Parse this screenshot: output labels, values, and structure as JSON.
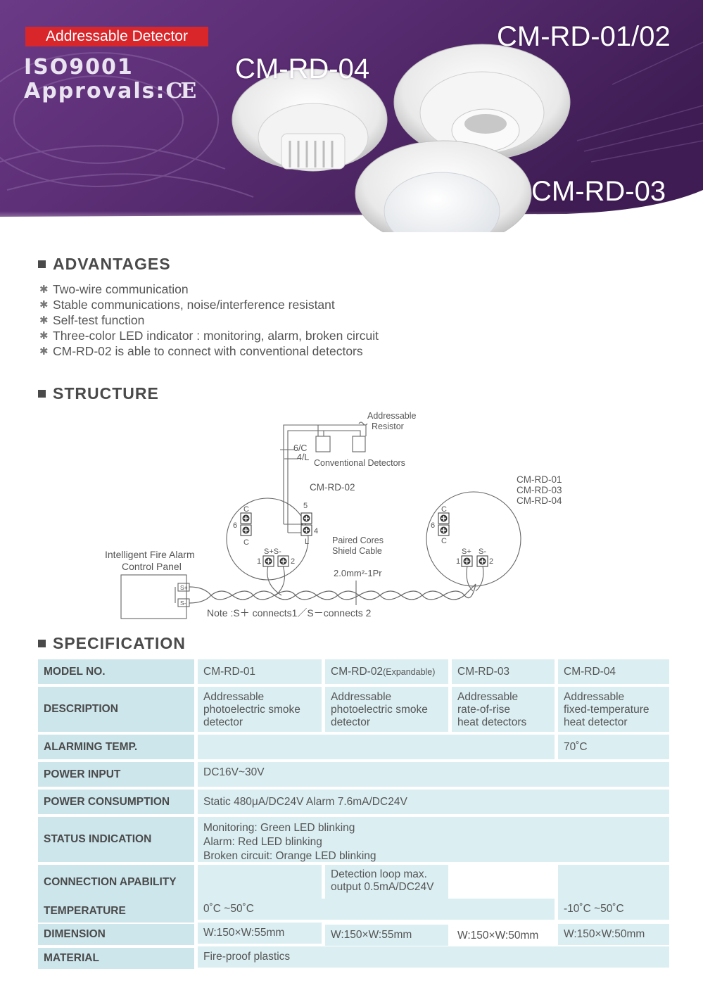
{
  "header": {
    "tag": "Addressable Detector",
    "cert_1": "ISO9001",
    "cert_2": "Approvals:",
    "ce": "CE",
    "models": {
      "top_right": "CM-RD-01/02",
      "left": "CM-RD-04",
      "right": "CM-RD-03"
    }
  },
  "advantages": {
    "title": "ADVANTAGES",
    "bullet": "✱",
    "items": [
      "Two-wire communication",
      "Stable communications, noise/interference resistant",
      "Self-test function",
      "Three-color LED indicator : monitoring, alarm, broken circuit",
      "CM-RD-02 is able to connect with conventional detectors"
    ]
  },
  "structure": {
    "title": "STRUCTURE",
    "addressable": "Addressable",
    "resistor": "Resistor",
    "w6c": "6/C",
    "w4l": "4/L",
    "conventional": "Conventional Detectors",
    "cm_rd_02": "CM-RD-02",
    "others_1": "CM-RD-01",
    "others_2": "CM-RD-03",
    "others_3": "CM-RD-04",
    "t_c": "C",
    "t_6": "6",
    "t_5": "5",
    "t_4": "4",
    "t_l": "L",
    "t_1": "1",
    "t_2": "2",
    "t_splus": "S+",
    "t_sminus": "S-",
    "t_spsm": "S+S-",
    "paired_1": "Paired Cores",
    "paired_2": "Shield Cable",
    "cable": "2.0mm²-1Pr",
    "panel_1": "Intelligent Fire Alarm",
    "panel_2": "Control Panel",
    "note": "Note :S＋ connects1／S－connects 2"
  },
  "specification": {
    "title": "SPECIFICATION",
    "labels": {
      "model": "MODEL NO.",
      "description": "DESCRIPTION",
      "alarming": "ALARMING TEMP.",
      "power_input": "POWER INPUT",
      "power_consumption": "POWER CONSUMPTION",
      "status": "STATUS INDICATION",
      "connection": "CONNECTION  APABILITY",
      "temperature": "TEMPERATURE",
      "dimension": "DIMENSION",
      "material": "MATERIAL"
    },
    "models": [
      "CM-RD-01",
      "CM-RD-02",
      "CM-RD-03",
      "CM-RD-04"
    ],
    "model_02_suffix": "(Expandable)",
    "descriptions": [
      "Addressable\nphotoelectric  smoke\ndetector",
      "Addressable\nphotoelectric  smoke\ndetector",
      "Addressable\nrate-of-rise\nheat detectors",
      "Addressable\nfixed-temperature\nheat detector"
    ],
    "alarming_04": "70˚C",
    "power_input": "DC16V~30V",
    "power_consumption": "Static 480μA/DC24V Alarm 7.6mA/DC24V",
    "status": "Monitoring: Green LED blinking\nAlarm: Red LED blinking\nBroken circuit: Orange LED blinking",
    "connection_02": "Detection loop max.\noutput 0.5mA/DC24V",
    "temperature_main": "0˚C ~50˚C",
    "temperature_04": "-10˚C ~50˚C",
    "dimensions": [
      "W:150×W:55mm",
      "W:150×W:55mm",
      "W:150×W:50mm",
      "W:150×W:50mm"
    ],
    "material": "Fire-proof plastics"
  },
  "colors": {
    "banner_purple": "#5a2d73",
    "tag_red": "#d8262b",
    "table_cell": "#dbeef2",
    "table_label": "#cde6ec"
  }
}
